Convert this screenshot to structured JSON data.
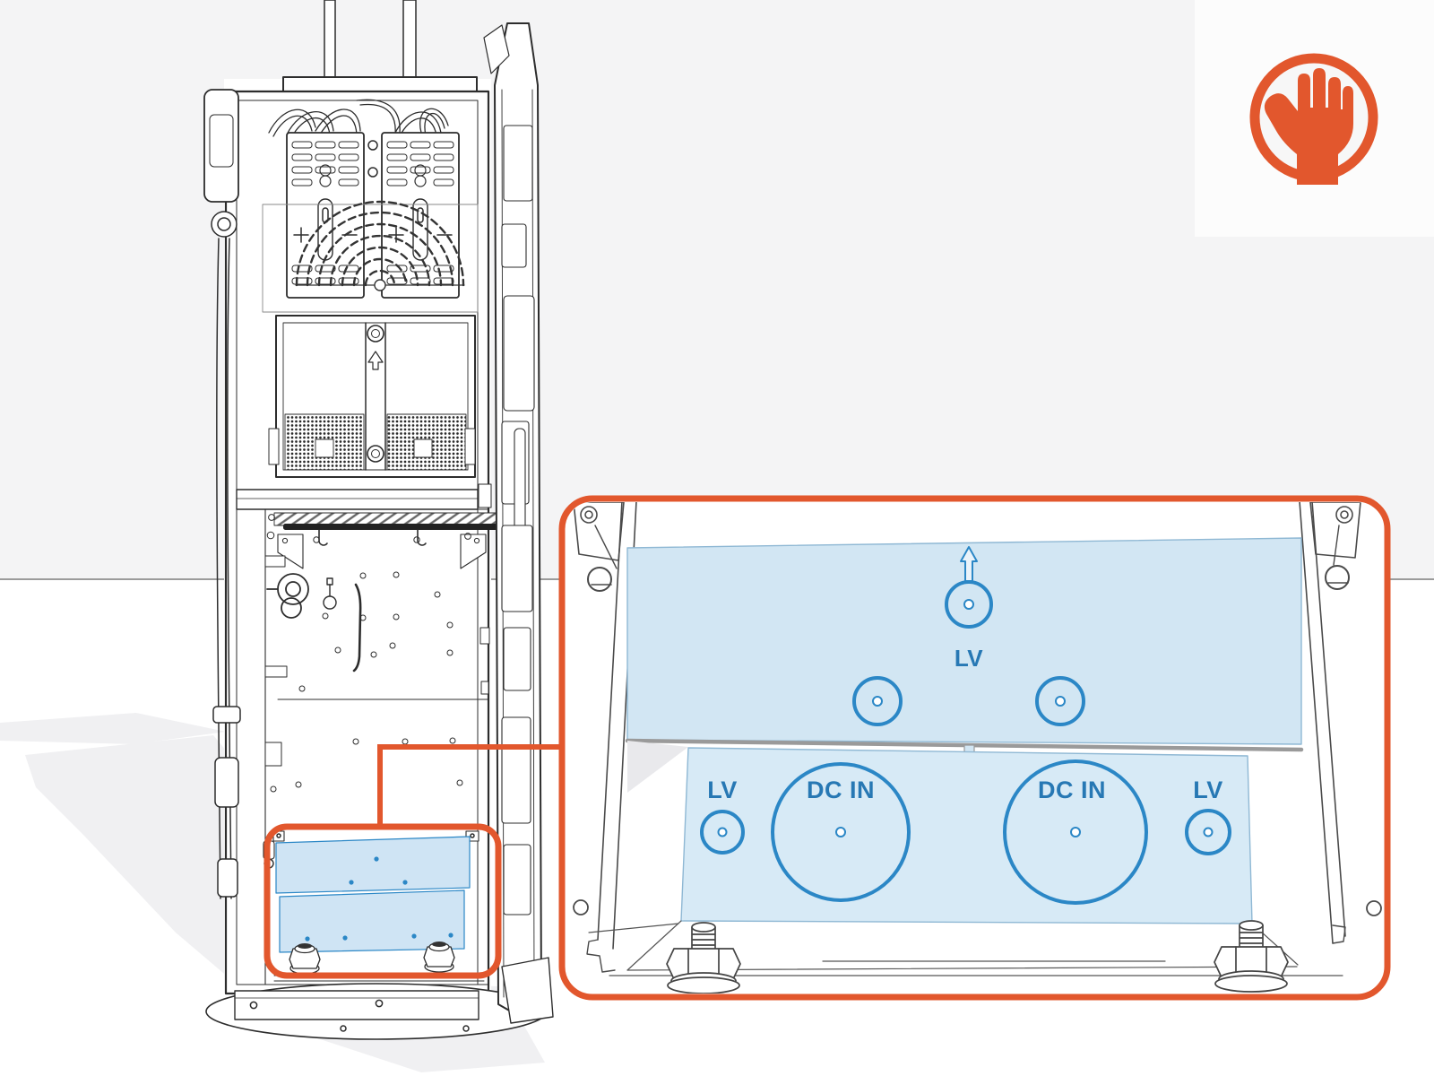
{
  "colors": {
    "accent_orange": "#e2572d",
    "knockout_blue": "#2b87c6",
    "label_blue": "#2778b4",
    "panel_fill": "#d2e6f3",
    "plate_fill": "#d7eaf6",
    "cabinet_panel_fill": "#cfe4f4",
    "background_gray": "#f4f4f5",
    "white_card": "#fcfcfc",
    "wall_line": "#9b9b9b",
    "line_dark": "#2d2d2d",
    "shadow_tint": "#f0f0f2"
  },
  "icons": {
    "hand": "stop-hand-icon"
  },
  "detail_view": {
    "top_knockout": {
      "label": "LV"
    },
    "bottom_knockouts": [
      {
        "label": "LV"
      },
      {
        "label": "DC IN"
      },
      {
        "label": "DC IN"
      },
      {
        "label": "LV"
      }
    ]
  }
}
